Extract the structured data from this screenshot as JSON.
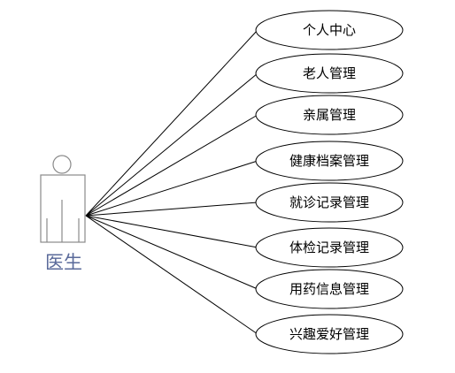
{
  "actor": {
    "name": "医生"
  },
  "use_cases": [
    {
      "label": "个人中心"
    },
    {
      "label": "老人管理"
    },
    {
      "label": "亲属管理"
    },
    {
      "label": "健康档案管理"
    },
    {
      "label": "就诊记录管理"
    },
    {
      "label": "体检记录管理"
    },
    {
      "label": "用药信息管理"
    },
    {
      "label": "兴趣爱好管理"
    }
  ]
}
